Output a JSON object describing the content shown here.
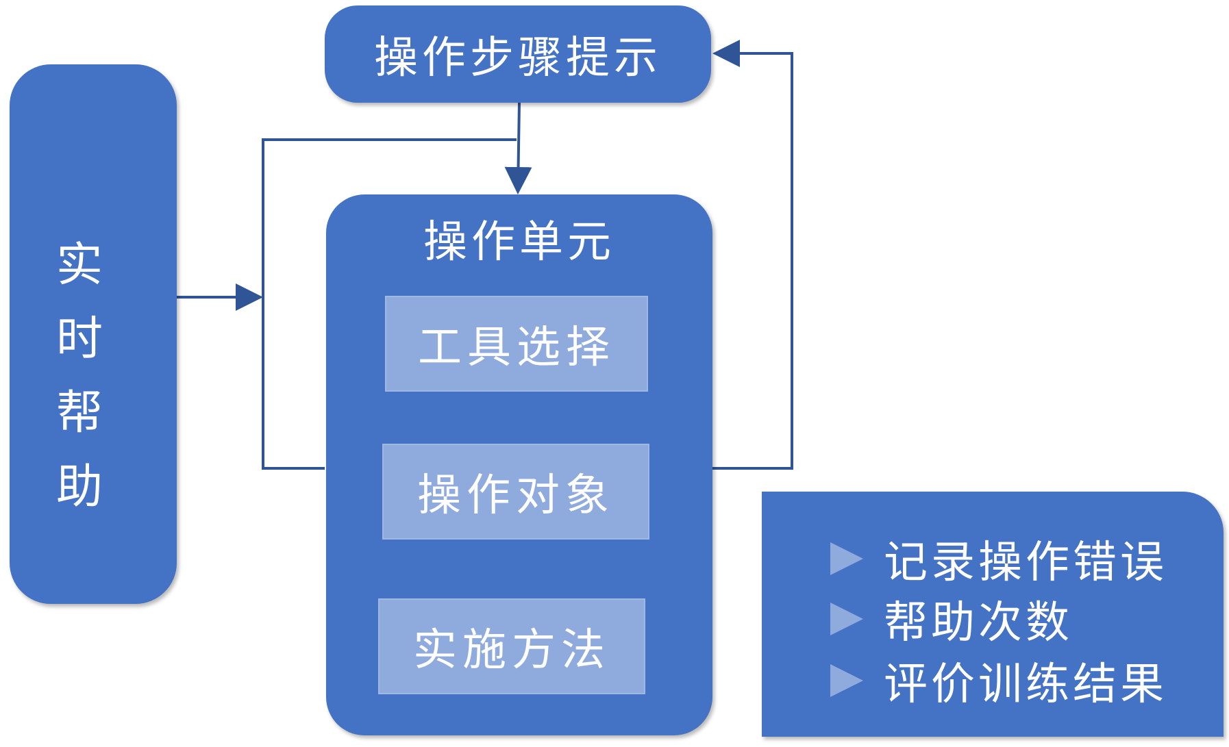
{
  "realtime_help": {
    "chars": [
      "实",
      "时",
      "帮",
      "助"
    ]
  },
  "step_prompt": {
    "label": "操作步骤提示"
  },
  "operation_unit": {
    "title": "操作单元",
    "items": [
      {
        "label": "工具选择"
      },
      {
        "label": "操作对象"
      },
      {
        "label": "实施方法"
      }
    ]
  },
  "results": {
    "items": [
      {
        "label": "记录操作错误"
      },
      {
        "label": "帮助次数"
      },
      {
        "label": "评价训练结果"
      }
    ]
  },
  "colors": {
    "node": "#4472c4",
    "sub_node": "#8faadc",
    "line": "#2f5597"
  }
}
